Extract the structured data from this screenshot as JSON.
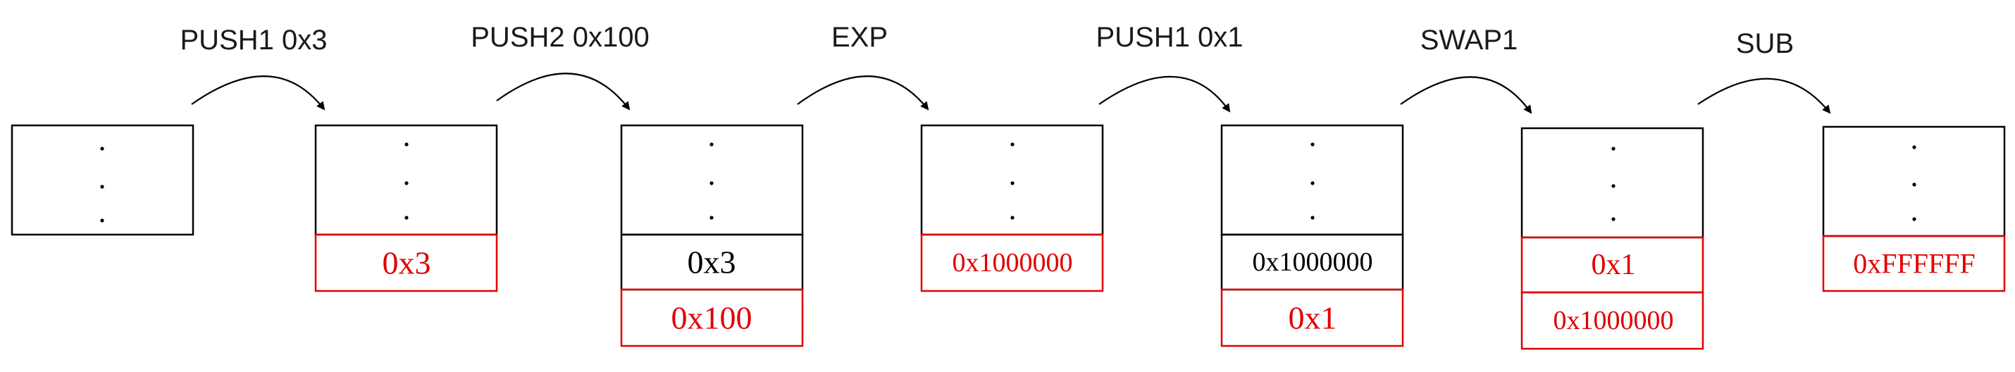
{
  "colors": {
    "new_value": "#e00000",
    "existing_value": "#000000",
    "box_border": "#000000"
  },
  "states": [
    {
      "cells": []
    },
    {
      "cells": [
        {
          "value": "0x3",
          "color": "red"
        }
      ]
    },
    {
      "cells": [
        {
          "value": "0x3",
          "color": "black"
        },
        {
          "value": "0x100",
          "color": "red"
        }
      ]
    },
    {
      "cells": [
        {
          "value": "0x1000000",
          "color": "red"
        }
      ]
    },
    {
      "cells": [
        {
          "value": "0x1000000",
          "color": "black"
        },
        {
          "value": "0x1",
          "color": "red"
        }
      ]
    },
    {
      "cells": [
        {
          "value": "0x1",
          "color": "red"
        },
        {
          "value": "0x1000000",
          "color": "red"
        }
      ]
    },
    {
      "cells": [
        {
          "value": "0xFFFFFF",
          "color": "red"
        }
      ]
    }
  ],
  "operations": [
    "PUSH1 0x3",
    "PUSH2 0x100",
    "EXP",
    "PUSH1 0x1",
    "SWAP1",
    "SUB"
  ]
}
